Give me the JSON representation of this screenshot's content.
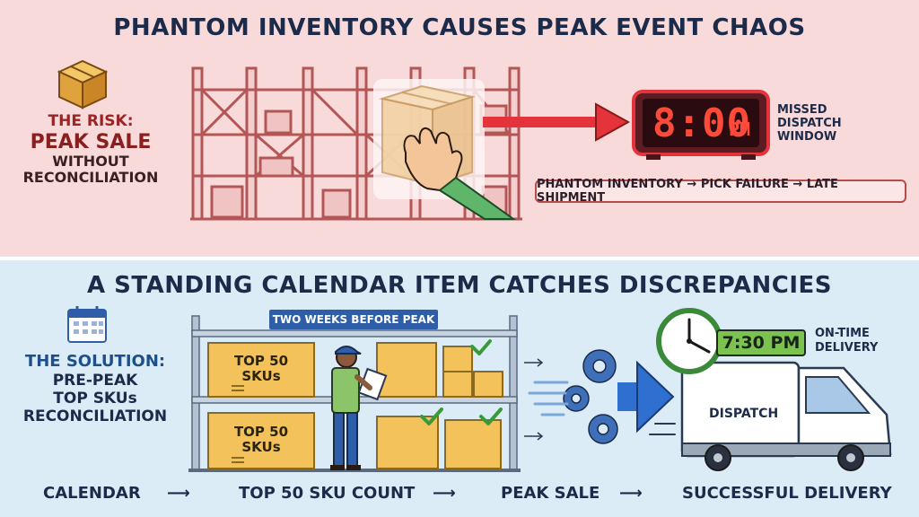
{
  "top": {
    "title": "PHANTOM INVENTORY CAUSES PEAK EVENT CHAOS",
    "risk_line1": "THE RISK:",
    "risk_line2": "PEAK SALE",
    "risk_line3": "WITHOUT",
    "risk_line4": "RECONCILIATION",
    "clock_time": "8:00",
    "clock_ampm": "PM",
    "missed_line1": "MISSED",
    "missed_line2": "DISPATCH",
    "missed_line3": "WINDOW",
    "chain": "PHANTOM INVENTORY → PICK FAILURE → LATE SHIPMENT"
  },
  "bottom": {
    "title": "A STANDING CALENDAR ITEM CATCHES DISCREPANCIES",
    "solution_line1": "THE SOLUTION:",
    "solution_line2": "PRE-PEAK",
    "solution_line3": "TOP SKUs",
    "solution_line4": "RECONCILIATION",
    "banner": "TWO WEEKS BEFORE PEAK",
    "box_line1": "TOP 50",
    "box_line2": "SKUs",
    "time": "7:30 PM",
    "ontime_line1": "ON-TIME",
    "ontime_line2": "DELIVERY",
    "van_label": "DISPATCH"
  },
  "flow": {
    "step1": "CALENDAR",
    "step2": "TOP 50 SKU COUNT",
    "step3": "PEAK SALE",
    "step4": "SUCCESSFUL DELIVERY",
    "arrow": "⟶"
  },
  "colors": {
    "top_bg": "#f9dada",
    "bottom_bg": "#dcecf6",
    "title": "#1c2b4a",
    "risk_red": "#8a1f1f",
    "solution_blue": "#1f4f8a",
    "clock_red": "#ff4a3a",
    "badge_green": "#7cc24f"
  }
}
